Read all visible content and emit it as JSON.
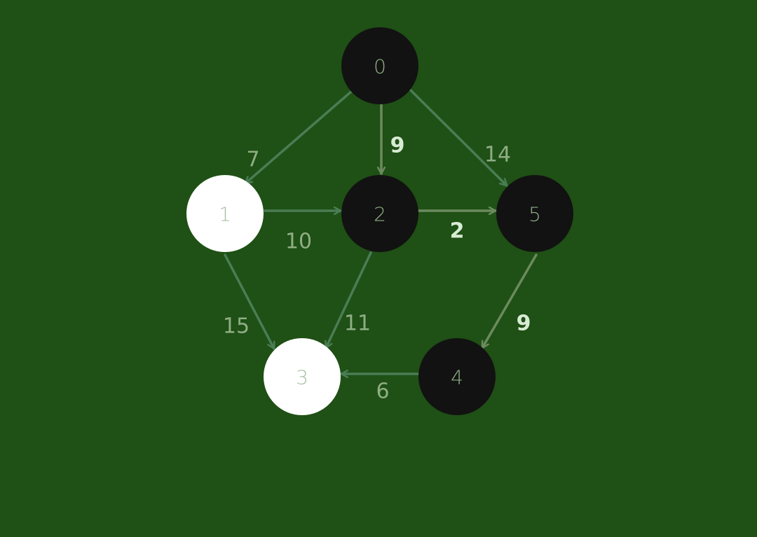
{
  "colors": {
    "background": "#1f5015",
    "edge": "#4a7d55",
    "edge_highlight": "#6b8a5e",
    "weight_text": "#8fae85",
    "weight_text_highlight": "#d8ebd4",
    "node_dark": "#121212",
    "node_light": "#ffffff",
    "node_text_on_dark": "#8fae85",
    "node_text_on_light": "#a9bfa0"
  },
  "graph": {
    "nodes": [
      {
        "id": "0",
        "label": "0",
        "style": "dark"
      },
      {
        "id": "1",
        "label": "1",
        "style": "light"
      },
      {
        "id": "2",
        "label": "2",
        "style": "dark"
      },
      {
        "id": "5",
        "label": "5",
        "style": "dark"
      },
      {
        "id": "3",
        "label": "3",
        "style": "light"
      },
      {
        "id": "4",
        "label": "4",
        "style": "dark"
      }
    ],
    "edges": [
      {
        "from": "0",
        "to": "1",
        "weight": "7",
        "highlight": false
      },
      {
        "from": "0",
        "to": "2",
        "weight": "9",
        "highlight": true
      },
      {
        "from": "0",
        "to": "5",
        "weight": "14",
        "highlight": false
      },
      {
        "from": "1",
        "to": "2",
        "weight": "10",
        "highlight": false
      },
      {
        "from": "2",
        "to": "5",
        "weight": "2",
        "highlight": true
      },
      {
        "from": "1",
        "to": "3",
        "weight": "15",
        "highlight": false
      },
      {
        "from": "2",
        "to": "3",
        "weight": "11",
        "highlight": false
      },
      {
        "from": "5",
        "to": "4",
        "weight": "9",
        "highlight": true
      },
      {
        "from": "4",
        "to": "3",
        "weight": "6",
        "highlight": false
      }
    ]
  }
}
